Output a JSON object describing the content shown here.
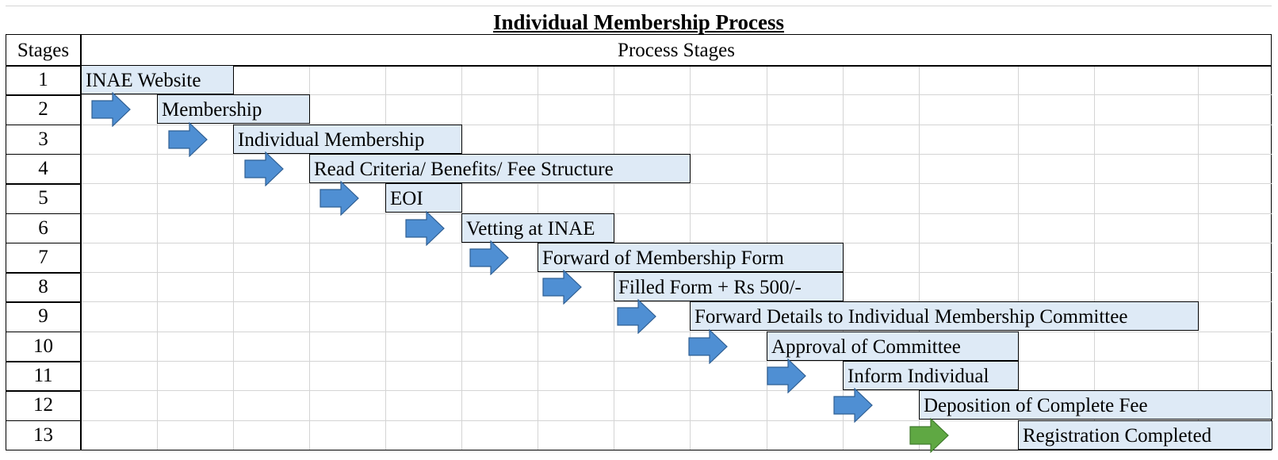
{
  "title": "Individual Membership Process",
  "header": {
    "stages_label": "Stages",
    "process_label": "Process Stages"
  },
  "colors": {
    "box_fill": "#deeaf6",
    "arrow_blue": "#4f8fd3",
    "arrow_green": "#5fa843",
    "grid": "#d4d4d4"
  },
  "stages": [
    {
      "num": "1",
      "label": "INAE Website"
    },
    {
      "num": "2",
      "label": "Membership"
    },
    {
      "num": "3",
      "label": "Individual Membership"
    },
    {
      "num": "4",
      "label": "Read Criteria/ Benefits/ Fee Structure"
    },
    {
      "num": "5",
      "label": "EOI"
    },
    {
      "num": "6",
      "label": "Vetting at INAE"
    },
    {
      "num": "7",
      "label": "Forward of Membership Form"
    },
    {
      "num": "8",
      "label": "Filled Form + Rs 500/-"
    },
    {
      "num": "9",
      "label": "Forward Details to Individual Membership Committee"
    },
    {
      "num": "10",
      "label": "Approval of Committee"
    },
    {
      "num": "11",
      "label": "Inform Individual"
    },
    {
      "num": "12",
      "label": "Deposition of Complete Fee"
    },
    {
      "num": "13",
      "label": "Registration Completed"
    }
  ],
  "arrows": [
    {
      "icon": "right-arrow-icon",
      "color": "blue"
    },
    {
      "icon": "right-arrow-icon",
      "color": "blue"
    },
    {
      "icon": "right-arrow-icon",
      "color": "blue"
    },
    {
      "icon": "right-arrow-icon",
      "color": "blue"
    },
    {
      "icon": "right-arrow-icon",
      "color": "blue"
    },
    {
      "icon": "right-arrow-icon",
      "color": "blue"
    },
    {
      "icon": "right-arrow-icon",
      "color": "blue"
    },
    {
      "icon": "right-arrow-icon",
      "color": "blue"
    },
    {
      "icon": "right-arrow-icon",
      "color": "blue"
    },
    {
      "icon": "right-arrow-icon",
      "color": "blue"
    },
    {
      "icon": "right-arrow-icon",
      "color": "blue"
    },
    {
      "icon": "right-arrow-icon",
      "color": "green"
    }
  ]
}
